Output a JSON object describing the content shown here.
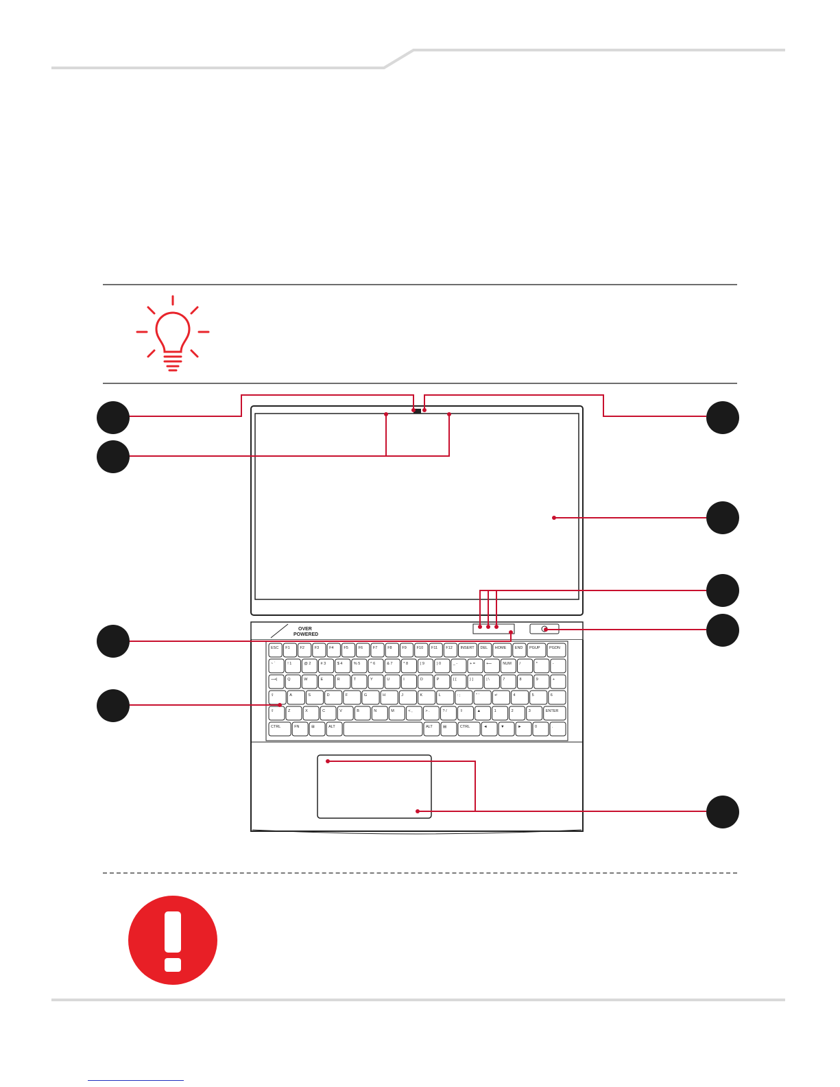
{
  "header": {
    "line_color": "#d9d9d9"
  },
  "tip": {
    "icon": "lightbulb-icon",
    "color": "#e8242b"
  },
  "warning": {
    "icon": "exclamation-icon",
    "color": "#e81f26"
  },
  "callouts": {
    "count": 9,
    "badge_color": "#1a1a1a",
    "leader_color": "#c8102e"
  },
  "laptop": {
    "brand_logo_line1": "VER",
    "brand_logo_line2": "POWERED",
    "brand_logo_prefix": "O",
    "keyboard_rows": [
      [
        "ESC",
        "F1",
        "F2",
        "F3",
        "F4",
        "F5",
        "F6",
        "F7",
        "F8",
        "F9",
        "F10",
        "F11",
        "F12",
        "INSERT",
        "DEL",
        "HOME",
        "END",
        "PGUP",
        "PGDN"
      ],
      [
        "~ `",
        "! 1",
        "@ 2",
        "# 3",
        "$ 4",
        "% 5",
        "^ 6",
        "& 7",
        "* 8",
        "( 9",
        ") 0",
        "_ -",
        "+ =",
        "⟵",
        "NUM",
        "/",
        "*",
        "-"
      ],
      [
        "⟶|",
        "Q",
        "W",
        "E",
        "R",
        "T",
        "Y",
        "U",
        "I",
        "O",
        "P",
        "{ [",
        "} ]",
        "| \\",
        "7",
        "8",
        "9",
        "+"
      ],
      [
        "⇪",
        "A",
        "S",
        "D",
        "F",
        "G",
        "H",
        "J",
        "K",
        "L",
        ": ;",
        "\" '",
        "↵",
        "4",
        "5",
        "6"
      ],
      [
        "⇧",
        "Z",
        "X",
        "C",
        "V",
        "B",
        "N",
        "M",
        "< ,",
        "> .",
        "? /",
        "⇧",
        "▲",
        "1",
        "2",
        "3",
        "ENTER"
      ],
      [
        "CTRL",
        "FN",
        "⊞",
        "ALT",
        "",
        "ALT",
        "▤",
        "CTRL",
        "◄",
        "▼",
        "►",
        "0",
        "."
      ]
    ]
  },
  "footer": {
    "link_color": "#1f2fbf"
  }
}
